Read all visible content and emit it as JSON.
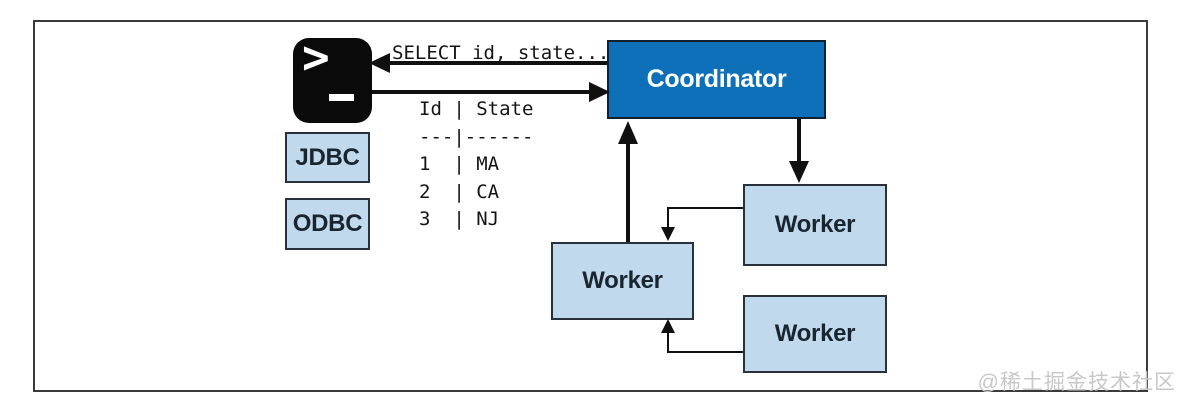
{
  "diagram": {
    "terminal": {
      "prompt_glyph": ">"
    },
    "query_text": "SELECT id, state...",
    "result_table_lines": [
      "Id | State",
      "---|------",
      "1  | MA",
      "2  | CA",
      "3  | NJ"
    ],
    "client_boxes": {
      "jdbc_label": "JDBC",
      "odbc_label": "ODBC"
    },
    "nodes": {
      "coordinator_label": "Coordinator",
      "worker_center_label": "Worker",
      "worker_top_right_label": "Worker",
      "worker_bottom_right_label": "Worker"
    },
    "colors": {
      "coordinator_fill": "#0d70b8",
      "worker_fill": "#c0d9ec",
      "box_border": "#29323c",
      "arrow": "#101010",
      "frame_border": "#3a3a3a",
      "watermark_text": "#c8c8c8"
    }
  },
  "watermark": "@稀土掘金技术社区"
}
